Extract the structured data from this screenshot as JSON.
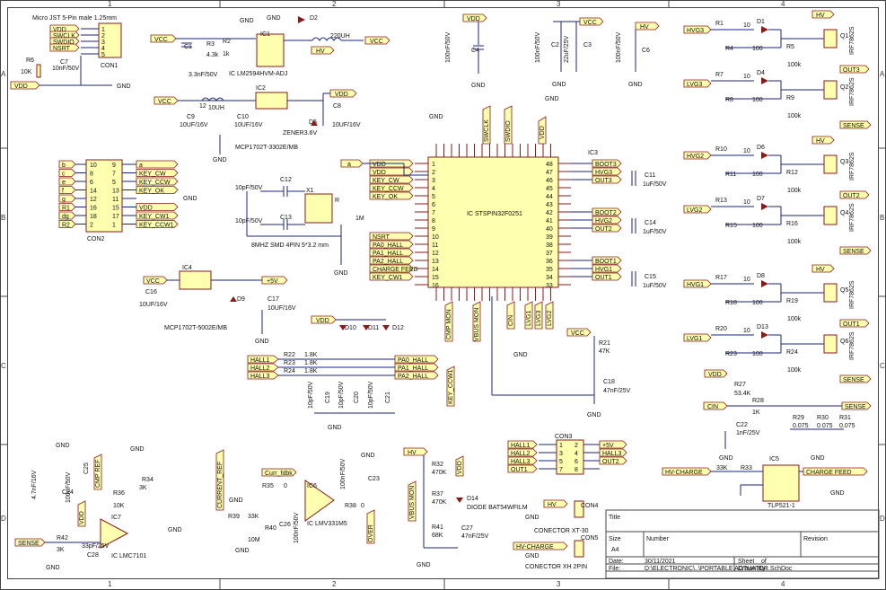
{
  "sheet": {
    "col_labels": [
      "1",
      "2",
      "3",
      "4"
    ],
    "row_labels": [
      "A",
      "B",
      "C",
      "D"
    ]
  },
  "title_block": {
    "title_label": "Title",
    "size_label": "Size",
    "size": "A4",
    "number_label": "Number",
    "revision_label": "Revision",
    "date_label": "Date:",
    "date": "30/11/2021",
    "sheet_label": "Sheet",
    "of_label": "of",
    "file_label": "File:",
    "file": "D:\\ELECTRONIC\\..\\PORTABLE ACTUATOR.SchDoc",
    "drawn_label": "Drawn By:"
  },
  "labels": {
    "micro_jst": "Micro JST 5-Pin male 1.25mm",
    "con1": "CON1",
    "con2": "CON2",
    "con3": "CON3",
    "con4": "CON4",
    "con5": "CON5",
    "con4_desc": "CONECTOR XT-30",
    "con5_desc": "CONECTOR XH 2PIN",
    "ic1": "IC1",
    "ic1_name": "IC LM2594HVM-ADJ",
    "ic2": "IC2",
    "ic2_name": "MCP1702T-3302E/MB",
    "ic3": "IC3",
    "ic3_name": "IC STSPIN32F0251",
    "ic4": "IC4",
    "ic4_name": "MCP1702T-5002E/MB",
    "ic5": "IC5",
    "ic5_name": "TLP521-1",
    "ic6": "IC6",
    "ic6_name": "IC LMV331M5",
    "ic7": "IC7",
    "ic7_name": "IC LMC7101",
    "x1": "X1",
    "x1_desc": "8MHZ SMD 4PIN  5*3.2 mm",
    "d14_desc": "DIODE BAT54WFILM",
    "zener": "ZENER3.6V",
    "inductor1": "220UH",
    "inductor2": "10UH"
  },
  "nets": {
    "vdd": "VDD",
    "vcc": "VCC",
    "hv": "HV",
    "gnd": "GND",
    "p5v": "+5V",
    "nsrt": "NSRT",
    "swclk": "SWCLK",
    "swdio": "SWDIO",
    "sense": "SENSE",
    "cin": "CIN",
    "hvg1": "HVG1",
    "hvg2": "HVG2",
    "hvg3": "HVG3",
    "lvg1": "LVG1",
    "lvg2": "LVG2",
    "lvg3": "LVG3",
    "out1": "OUT1",
    "out2": "OUT2",
    "out3": "OUT3",
    "boot1": "BOOT1",
    "boot2": "BOOT2",
    "boot3": "BOOT3",
    "hall1": "HALL1",
    "hall2": "HALL2",
    "hall3": "HALL3",
    "pa0_hall": "PA0_HALL",
    "pa1_hall": "PA1_HALL",
    "pa2_hall": "PA2_HALL",
    "charge_feed": "CHARGE FEED",
    "key_cw": "KEY_CW",
    "key_ccw": "KEY_CCW",
    "key_ok": "KEY_OK",
    "key_cw1": "KEY_CW1",
    "key_ccw1": "KEY_CCW1",
    "hv_charge": "HV-CHARGE",
    "curr_fdbk": "Curr_fdbk",
    "current_ref": "CURRENT_REF",
    "vbus_mon": "VBUS MON",
    "cmp_ref": "CMP REF",
    "cmp_mon": "CMP MON",
    "n_over": "OVER"
  },
  "parts": {
    "r6": "R6",
    "r6_v": "10K",
    "c7": "C7",
    "c7_v": "10nF/50V",
    "c1": "C1",
    "c1_v": "3.3nF/50V",
    "r3": "R3",
    "r3_v": "4.3k",
    "r2": "R2",
    "r2_v": "1k",
    "d2": "D2",
    "d3": "D3",
    "c4": "C4",
    "c4_v": "100nF/50V",
    "c2": "C2",
    "c2_v": "100nF/50V",
    "c3": "C3",
    "c3_v": "22uF/25V",
    "c6": "C6",
    "c6_v": "100nF/50V",
    "c9": "C9",
    "c9_v": "10UF/16V",
    "c10": "C10",
    "c10_v": "10UF/16V",
    "c8": "C8",
    "c8_v": "10UF/16V",
    "d5": "D5",
    "c12": "C12",
    "c12_v": "10pF/50V",
    "c13": "C13",
    "c13_v": "10pF/50V",
    "r1m": "R",
    "r1m_v": "1M",
    "c16": "C16",
    "c16_v": "10UF/16V",
    "c17": "C17",
    "c17_v": "10UF/16V",
    "d9": "D9",
    "d10": "D10",
    "d11": "D11",
    "d12": "D12",
    "r22": "R22",
    "r23h": "R23",
    "r24h": "R24",
    "r_hall_v": "1.8K",
    "c19": "C19",
    "c20": "C20",
    "c21": "C21",
    "c_hall_v": "10pF/50V",
    "r21": "R21",
    "r21_v": "47K",
    "c18": "C18",
    "c18_v": "47nF/25V",
    "c11": "C11",
    "c11_v": "1uF/50V",
    "c14": "C14",
    "c14_v": "1uF/50V",
    "c15": "C15",
    "c15_v": "1uF/50V",
    "r1": "R1",
    "r4": "R4",
    "r5": "R5",
    "r7": "R7",
    "r8": "R8",
    "r9": "R9",
    "r10": "R10",
    "r11": "R11",
    "r12": "R12",
    "r13": "R13",
    "r15": "R15",
    "r16": "R16",
    "r17": "R17",
    "r18": "R18",
    "r19": "R19",
    "r20": "R20",
    "r23": "R23",
    "r24": "R24",
    "v10": "10",
    "v100": "100",
    "v100k": "100k",
    "d1": "D1",
    "d4": "D4",
    "d6": "D6",
    "d7": "D7",
    "d8": "D8",
    "d13": "D13",
    "q1": "Q1",
    "q2": "Q2",
    "q3": "Q3",
    "q4": "Q4",
    "q5": "Q5",
    "q6": "Q6",
    "mosfet": "IRF7862S",
    "r27": "R27",
    "r27_v": "53.4K",
    "r28": "R28",
    "r28_v": "1K",
    "c22": "C22",
    "c22_v": "1nF/25V",
    "r29": "R29",
    "r30": "R30",
    "r31": "R31",
    "rsense_v": "0.075",
    "r33": "R33",
    "r33_v": "33K",
    "c24": "C24",
    "c24_v": "4.7nF/16V",
    "c25": "C25",
    "c25_v": "100nF/50V",
    "r34": "R34",
    "r34_v": "3K",
    "r36": "R36",
    "r36_v": "10K",
    "r42": "R42",
    "r42_v": "3K",
    "c28": "C28",
    "c28_v": "33pF/25V",
    "r35": "R35",
    "r35_v": "0",
    "r39": "R39",
    "r39_v": "33K",
    "r40": "R40",
    "r40_v": "10M",
    "c26": "C26",
    "c26_v": "100nF/50V",
    "c23": "C23",
    "c23_v": "100nF/50V",
    "r38": "R38",
    "r38_v": "0",
    "r32": "R32",
    "r32_v": "470K",
    "r37": "R37",
    "r37_v": "470K",
    "r41": "R41",
    "r41_v": "68K",
    "c27": "C27",
    "c27_v": "47nF/25V",
    "d14": "D14"
  },
  "con1_pins": [
    "VDD",
    "SWCLK",
    "SWDIO",
    "NSRT",
    ""
  ],
  "con2_left": [
    "b",
    "c",
    "e",
    "f",
    "g",
    "R1",
    "dg",
    "R2"
  ],
  "con2_right": [
    "a",
    "KEY_CW",
    "KEY_CCW",
    "KEY_OK",
    "",
    "VDD",
    "KEY_CW1",
    "KEY_CCW1"
  ],
  "con2_nums_l": [
    "10",
    "8",
    "6",
    "14",
    "12",
    "16",
    "18",
    "2"
  ],
  "con2_nums_r": [
    "9",
    "7",
    "5",
    "13",
    "11",
    "15",
    "17",
    "1"
  ],
  "con3_left": [
    "HALL1",
    "HALL2",
    "HALL3",
    "OUT1"
  ],
  "con3_right": [
    "+5V",
    "HALL3",
    "OUT2",
    ""
  ],
  "ic3_left": [
    "VDD",
    "VDD",
    "KEY_CW",
    "KEY_CCW",
    "KEY_OK",
    "",
    "",
    "",
    "",
    "NSRT",
    "PA0_HALL",
    "PA1_HALL",
    "PA2_HALL",
    "CHARGE FEED",
    "KEY_CW1"
  ],
  "ic3_left_pins": [
    "1",
    "2",
    "3",
    "4",
    "5",
    "6",
    "7",
    "8",
    "9",
    "10",
    "11",
    "12",
    "13",
    "14",
    "15",
    "16"
  ],
  "ic3_right_pins": [
    "48",
    "47",
    "46",
    "45",
    "44",
    "43",
    "42",
    "41",
    "40",
    "39",
    "38",
    "37",
    "36",
    "35",
    "34",
    "33"
  ],
  "ic3_right_nets": [
    "BOOT3",
    "HVG3",
    "OUT3",
    "",
    "",
    "",
    "BOOT2",
    "HVG2",
    "OUT2",
    "",
    "",
    "",
    "BOOT1",
    "HVG1",
    "OUT1",
    ""
  ]
}
